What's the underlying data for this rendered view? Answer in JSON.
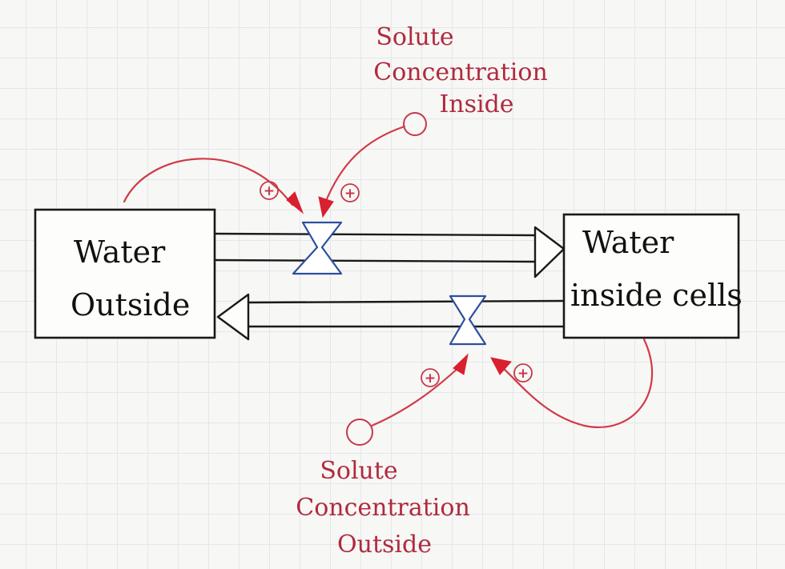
{
  "stocks": {
    "water_outside": [
      "Water",
      "Outside"
    ],
    "water_inside": [
      "Water",
      "inside cells"
    ]
  },
  "auxiliaries": {
    "solute_inside": [
      "Solute",
      "Concentration",
      "Inside"
    ],
    "solute_outside": [
      "Solute",
      "Concentration",
      "Outside"
    ]
  },
  "polarity": {
    "link_water_outside_to_inflow": "+",
    "link_solute_inside_to_inflow": "+",
    "link_solute_outside_to_outflow": "+",
    "link_water_inside_to_outflow": "+"
  },
  "colors": {
    "stock_ink": "#1a1a1a",
    "valve_ink": "#2d4f9e",
    "link_ink": "#d13a48",
    "label_ink": "#b02a3e",
    "grid": "#e4e6ea"
  }
}
